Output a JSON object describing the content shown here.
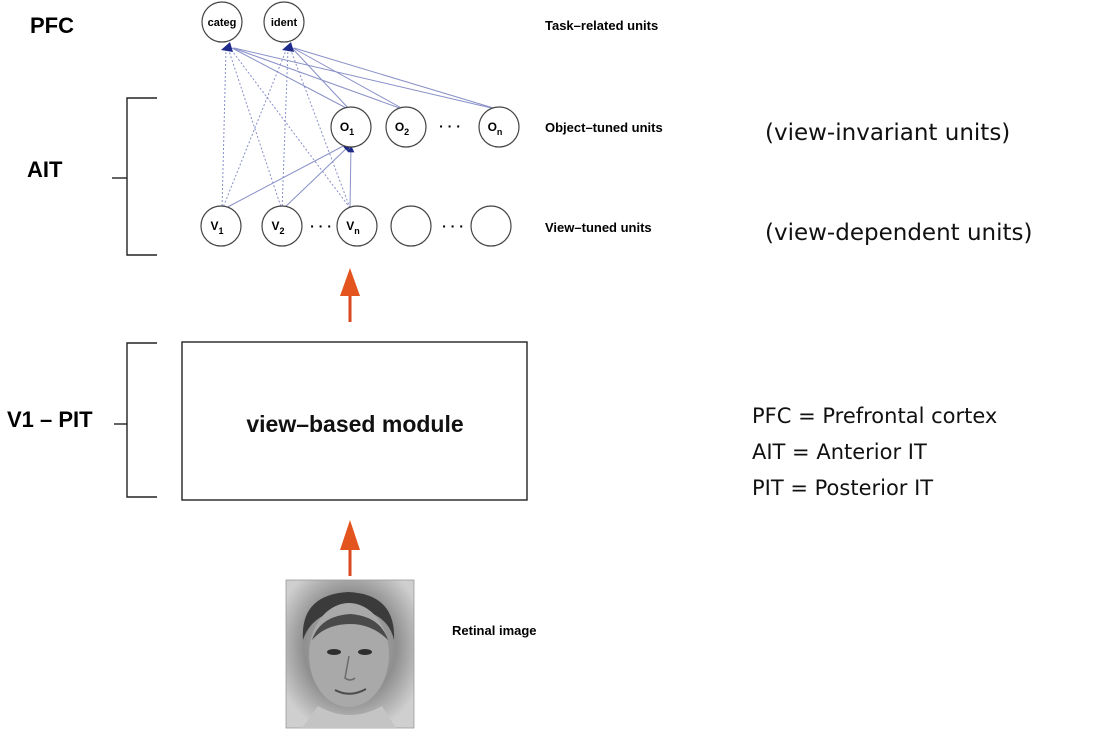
{
  "levels": {
    "pfc": "PFC",
    "ait": "AIT",
    "v1_pit": "V1 – PIT"
  },
  "units": {
    "task_related": {
      "label": "Task–related units",
      "nodes": [
        "categ",
        "ident"
      ]
    },
    "object_tuned": {
      "label": "Object–tuned units",
      "nodes": [
        {
          "base": "O",
          "sub": "1"
        },
        {
          "base": "O",
          "sub": "2"
        },
        {
          "base": "O",
          "sub": "n"
        }
      ],
      "ellipsis": "· · ·"
    },
    "view_tuned": {
      "label": "View–tuned units",
      "nodes": [
        {
          "base": "V",
          "sub": "1"
        },
        {
          "base": "V",
          "sub": "2"
        },
        {
          "base": "V",
          "sub": "n"
        }
      ],
      "ellipsis": "· · ·"
    }
  },
  "notes": {
    "view_invariant": "(view-invariant units)",
    "view_dependent": "(view-dependent units)"
  },
  "module": {
    "label": "view–based module"
  },
  "retinal": {
    "label": "Retinal image",
    "image_icon": "face-photo"
  },
  "legend": [
    "PFC = Prefrontal cortex",
    "AIT = Anterior IT",
    "PIT = Posterior IT"
  ],
  "colors": {
    "arrow": "#d9481e",
    "connections": "#8890c8",
    "connection_heads": "#1e2a8a"
  }
}
